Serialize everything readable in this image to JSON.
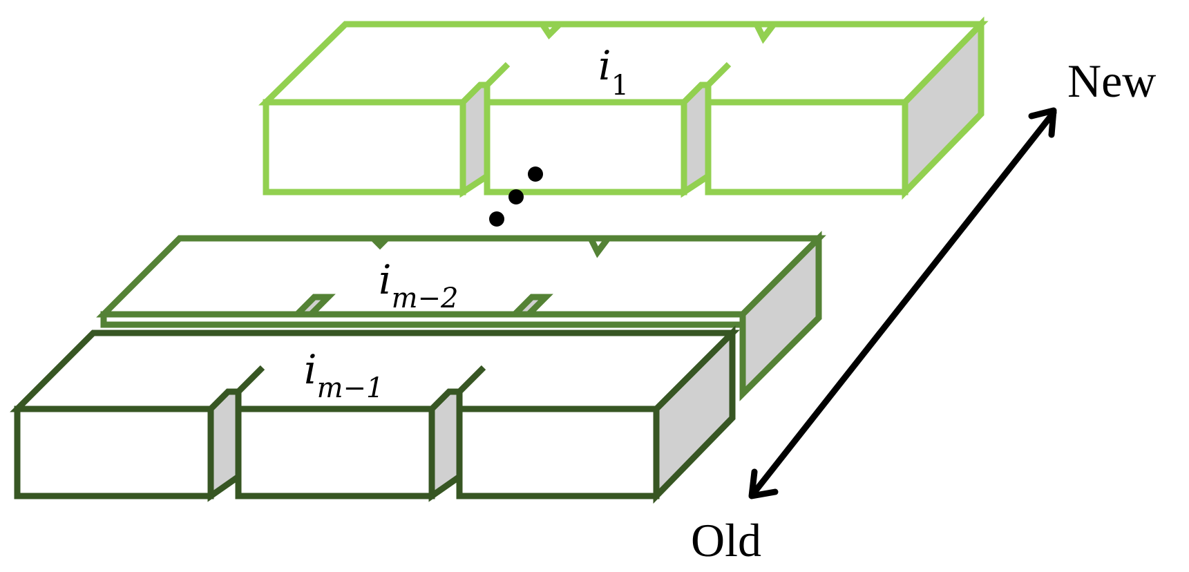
{
  "layers": [
    {
      "id": "top",
      "label_main": "i",
      "label_sub": "1",
      "color": "#92d050"
    },
    {
      "id": "middle",
      "label_main": "i",
      "label_sub": "m−2",
      "color": "#548235"
    },
    {
      "id": "bottom",
      "label_main": "i",
      "label_sub": "m−1",
      "color": "#375623"
    }
  ],
  "axis": {
    "new_label": "New",
    "old_label": "Old",
    "color": "#000000"
  },
  "colors": {
    "side_fill": "#d0d0d0",
    "face_fill": "#ffffff"
  }
}
